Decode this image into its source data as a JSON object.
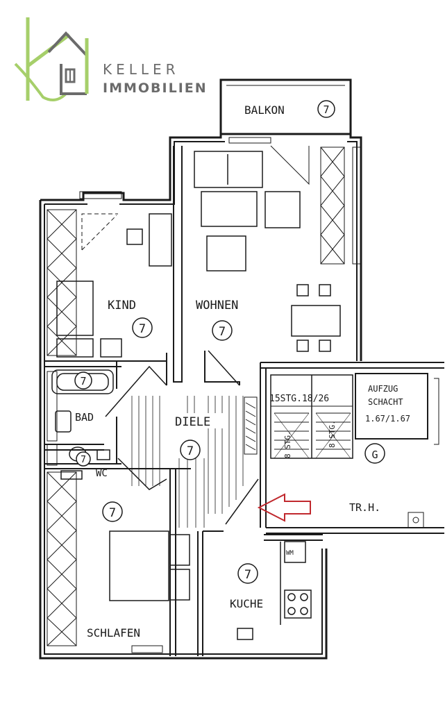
{
  "logo": {
    "line1": "KELLER",
    "line2": "IMMOBILIEN",
    "colors": {
      "leaf": "#a6cf6a",
      "house": "#6b6b6b"
    }
  },
  "rooms": {
    "balkon": {
      "name": "BALKON",
      "marker": "7"
    },
    "kind": {
      "name": "KIND",
      "marker": "7"
    },
    "wohnen": {
      "name": "WOHNEN",
      "marker": "7"
    },
    "bad": {
      "name": "BAD",
      "marker": "7"
    },
    "wc": {
      "name": "WC",
      "marker": "7"
    },
    "diele": {
      "name": "DIELE",
      "marker": "7"
    },
    "schlafen": {
      "name": "SCHLAFEN",
      "marker": "7"
    },
    "kueche": {
      "name": "KUCHE",
      "marker": "7"
    },
    "treppenhaus": {
      "name": "TR.H.",
      "marker": "G"
    }
  },
  "annotations": {
    "stairs": "15STG.18/26",
    "stair_left": "8 STG.",
    "stair_right": "8 STG.",
    "aufzug_line1": "AUFZUG",
    "aufzug_line2": "SCHACHT",
    "aufzug_dims": "1.67/1.67",
    "wm": "WM"
  },
  "colors": {
    "line": "#1a1a1a",
    "arrow": "#c0282d",
    "background": "#ffffff"
  }
}
